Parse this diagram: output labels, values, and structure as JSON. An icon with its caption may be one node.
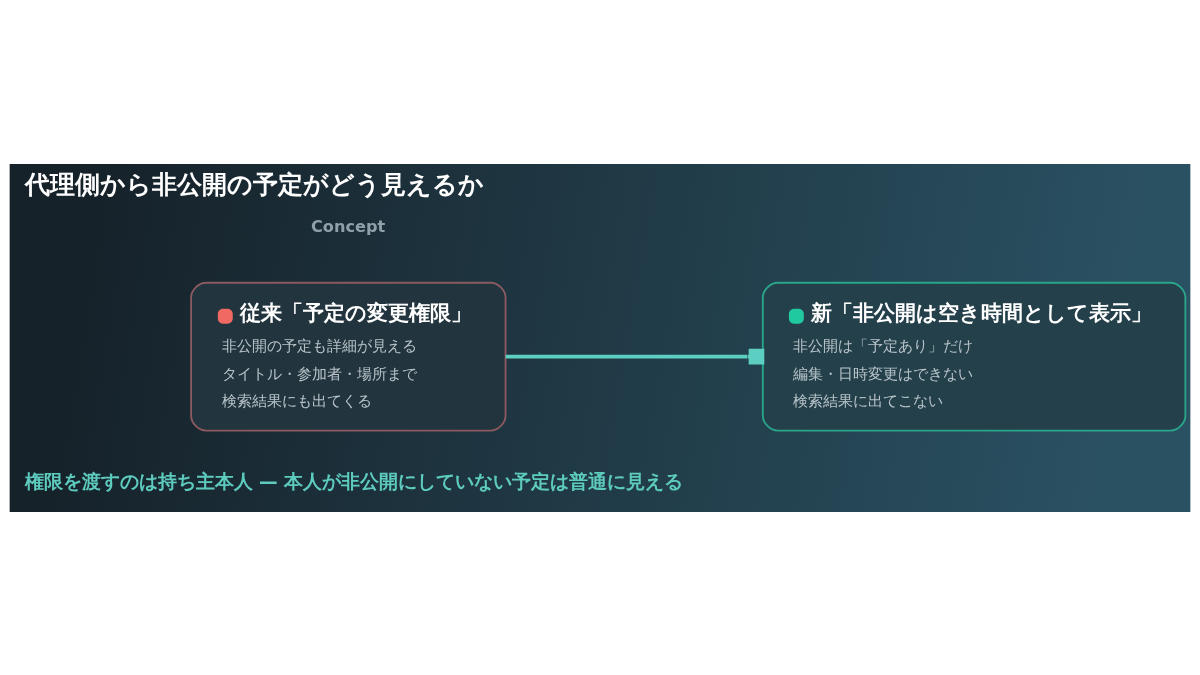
{
  "diagram": {
    "title": "代理側から非公開の予定がどう見えるか",
    "nodes": [
      {
        "text": [
          "従来「予定の変更権限」",
          "非公開の予定も詳細が見える",
          "タイトル・参加者・場所まで",
          "検索結果にも出てくる"
        ]
      },
      {
        "text": [
          "新「非公開は空き時間として表示」",
          "非公開は「予定あり」だけ",
          "編集・日時変更はできない",
          "検索結果に出てこない"
        ]
      }
    ],
    "edges": [
      {
        "from": 0,
        "to": 1,
        "arrow": "other"
      }
    ],
    "labels": [
      "Concept",
      "権限を渡すのは持ち主本人 — 本人が非公開にしていない予定は普通に見える"
    ]
  }
}
